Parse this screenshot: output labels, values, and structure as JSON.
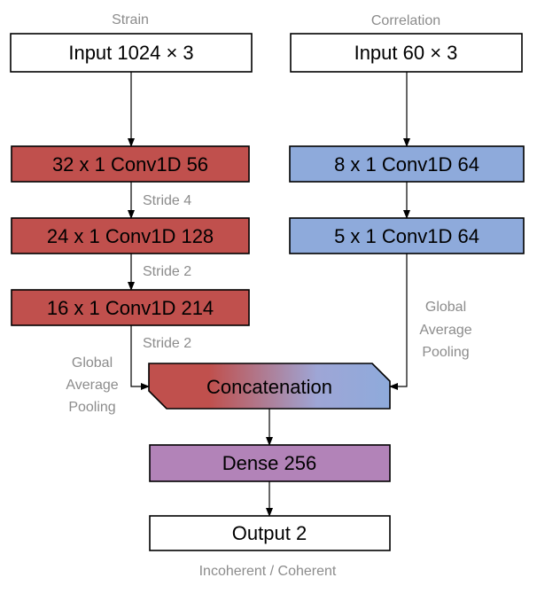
{
  "branches": {
    "strain": {
      "caption": "Strain",
      "input": "Input  1024 × 3",
      "layers": [
        "32 x 1  Conv1D  56",
        "24 x 1  Conv1D  128",
        "16 x 1  Conv1D  214"
      ],
      "strides": [
        "Stride 4",
        "Stride 2",
        "Stride 2"
      ],
      "pooling": [
        "Global",
        "Average",
        "Pooling"
      ]
    },
    "correlation": {
      "caption": "Correlation",
      "input": "Input  60 × 3",
      "layers": [
        "8 x 1  Conv1D  64",
        "5 x 1  Conv1D  64"
      ],
      "pooling": [
        "Global",
        "Average",
        "Pooling"
      ]
    }
  },
  "merge": {
    "concat": "Concatenation",
    "dense": "Dense 256",
    "output": "Output 2",
    "output_caption": "Incoherent / Coherent"
  },
  "colors": {
    "strain_fill": "#c0504d",
    "correlation_fill": "#8eaadb",
    "dense_fill": "#b283b8",
    "caption_gray": "#8c8c8c"
  }
}
